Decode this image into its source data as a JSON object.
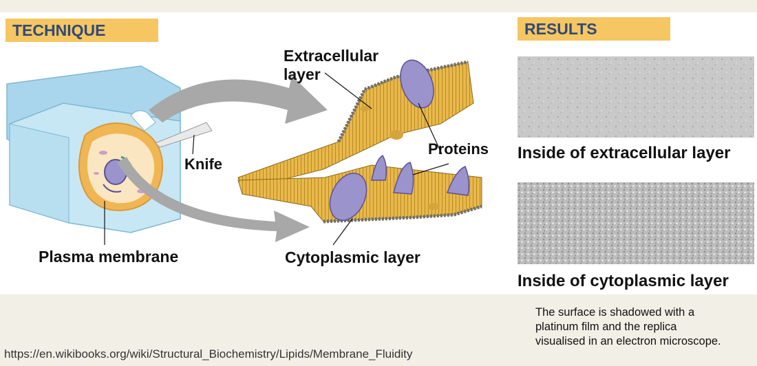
{
  "technique_header": "TECHNIQUE",
  "results_header": "RESULTS",
  "labels": {
    "extracellular_layer": [
      "Extracellular",
      "layer"
    ],
    "knife": "Knife",
    "proteins": "Proteins",
    "plasma_membrane": "Plasma membrane",
    "cytoplasmic_layer": "Cytoplasmic layer"
  },
  "results": {
    "inside_extracellular": "Inside of extracellular layer",
    "inside_cytoplasmic": "Inside of cytoplasmic layer"
  },
  "caption_lines": [
    "The surface is shadowed with a",
    "platinum film and the replica",
    "visualised in an electron microscope."
  ],
  "source_url": "https://en.wikibooks.org/wiki/Structural_Biochemistry/Lipids/Membrane_Fluidity",
  "colors": {
    "header_fill": "#f5c662",
    "header_text": "#2f4a78",
    "ice_block": "#bfe3f3",
    "membrane": "#e8b84a",
    "protein": "#9a93cc",
    "arrow": "#a8a8a8"
  }
}
